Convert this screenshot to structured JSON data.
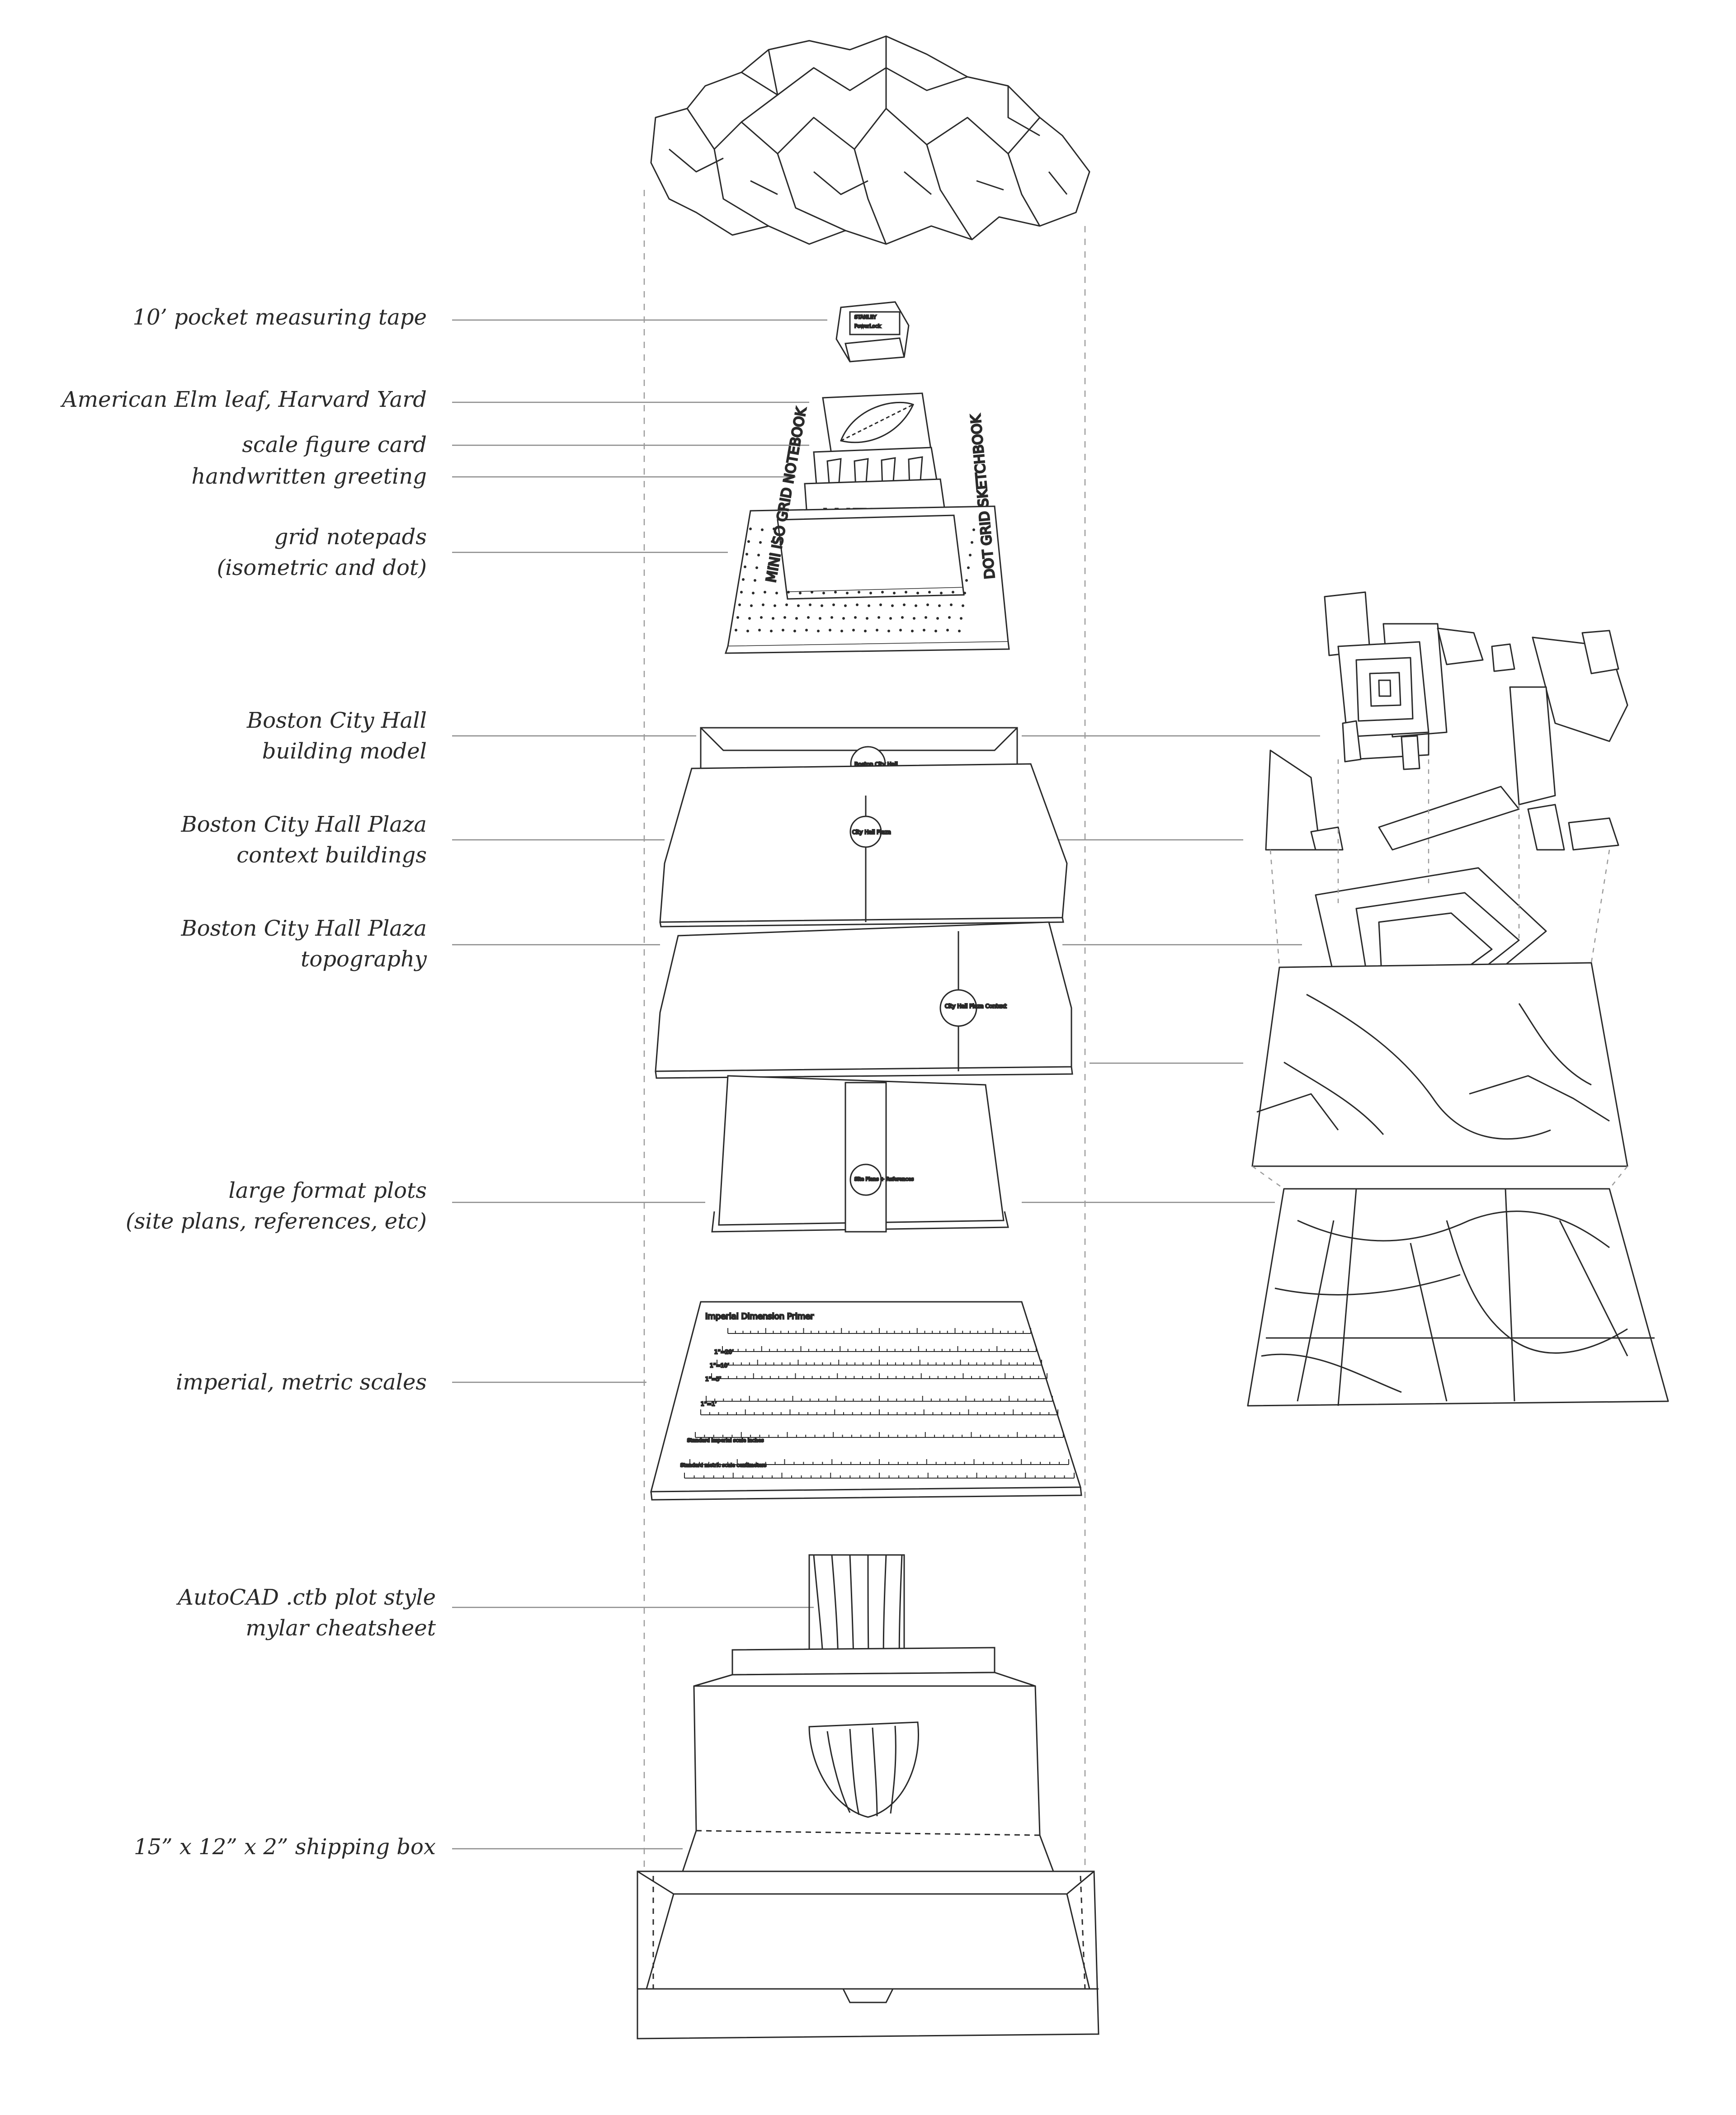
{
  "labels": {
    "measuring_tape": [
      "10’ pocket measuring tape"
    ],
    "elm_leaf": [
      "American Elm leaf, Harvard Yard"
    ],
    "scale_figure": [
      "scale figure card"
    ],
    "greeting": [
      "handwritten greeting"
    ],
    "notepads": [
      "grid notepads",
      "(isometric and dot)"
    ],
    "city_hall_model": [
      "Boston City Hall",
      "building model"
    ],
    "context_buildings": [
      "Boston City Hall Plaza",
      "context buildings"
    ],
    "topography": [
      "Boston City Hall Plaza",
      "topography"
    ],
    "plots": [
      "large format plots",
      "(site plans, references, etc)"
    ],
    "scales": [
      "imperial, metric scales"
    ],
    "cheatsheet": [
      "AutoCAD .ctb plot style",
      "mylar cheatsheet"
    ],
    "box": [
      "15” x 12” x 2” shipping box"
    ]
  },
  "object_text": {
    "tape_brand": "STANLEY",
    "tape_model": "PowerLock",
    "greeting_word": "WELCOME",
    "notepad_small": "MINI ISO GRID NOTEBOOK",
    "notepad_large": "DOT GRID SKETCHBOOK",
    "seal_city_hall": "Boston City Hall",
    "seal_plaza": "City Hall Plaza",
    "seal_topo": "City Hall Plaza Context",
    "seal_plots": "Site Plans + References",
    "scales_title": "Imperial Dimension Primer",
    "scale_labels": [
      "1”=20’",
      "1”=10’",
      "1”=5’",
      "1”=1’",
      "Standard imperial scale inches",
      "Standard metric scale centimeters"
    ]
  },
  "colors": {
    "ink": "#2a2a2a",
    "leader": "#8a8a8a",
    "paper": "#ffffff"
  }
}
